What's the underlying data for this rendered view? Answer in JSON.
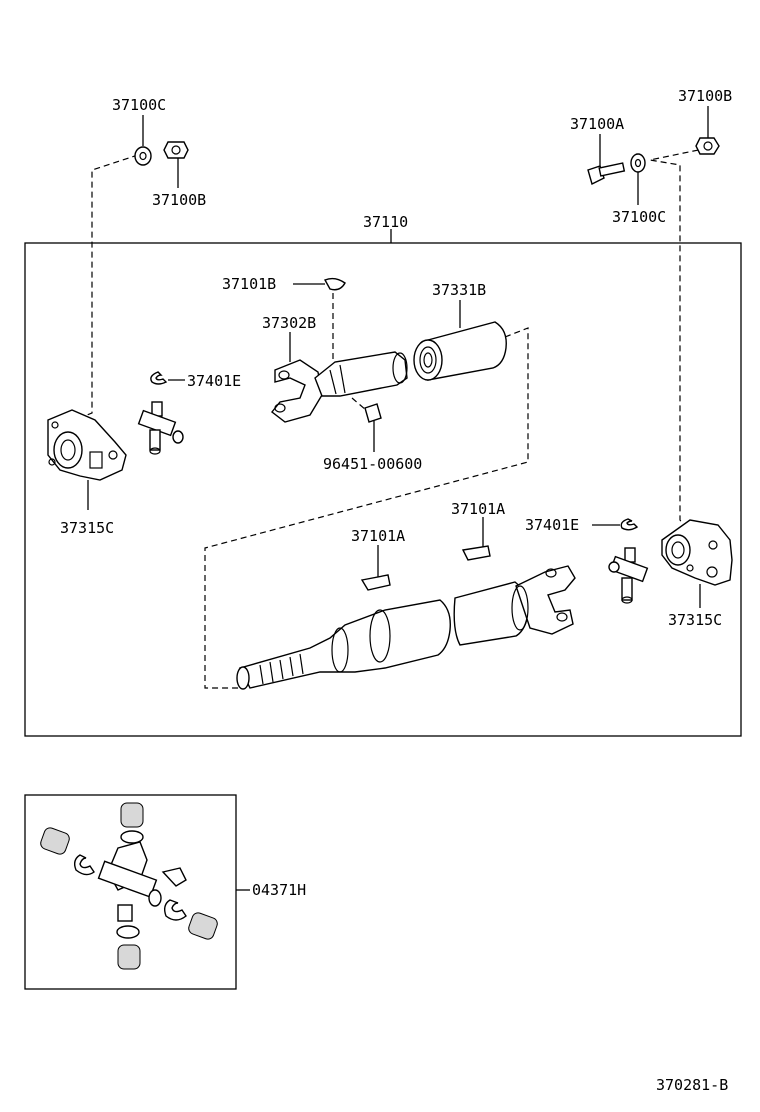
{
  "labels": {
    "washer_top_left": "37100C",
    "nut_top_left": "37100B",
    "bolt_top_right": "37100A",
    "nut_top_right": "37100B",
    "washer_top_right": "37100C",
    "shaft_assembly": "37110",
    "snap_clip_upper": "37101B",
    "sleeve_yoke": "37302B",
    "dust_boot": "37331B",
    "snap_ring_left": "37401E",
    "grease_fitting": "96451-00600",
    "flange_left": "37315C",
    "balance_weight_left": "37101A",
    "balance_weight_right": "37101A",
    "snap_ring_right": "37401E",
    "flange_right": "37315C",
    "spider_kit": "04371H",
    "diagram_id": "370281-B"
  }
}
